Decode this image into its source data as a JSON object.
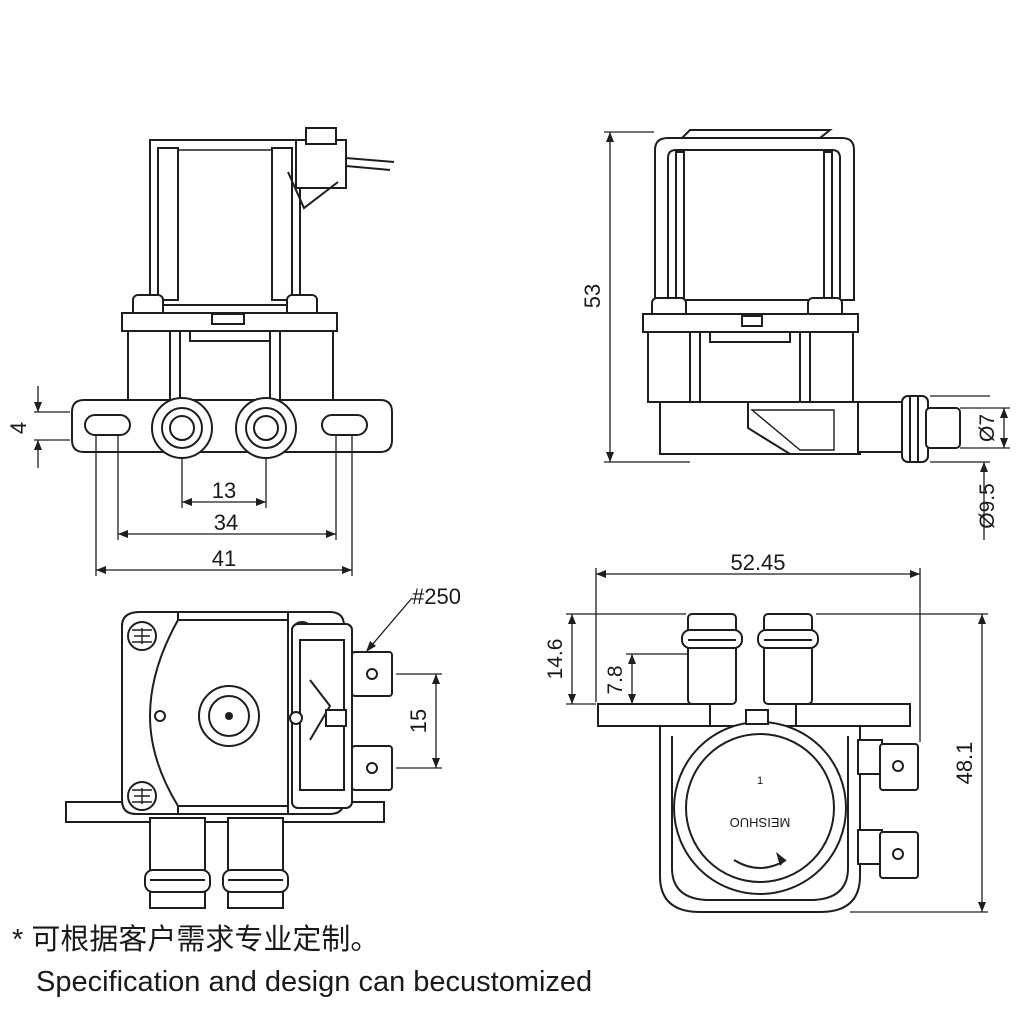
{
  "dimensions": {
    "hole_spacing": "13",
    "slot_spacing": "34",
    "overall_width": "41",
    "flange_thickness": "4",
    "height": "53",
    "outlet_dia": "Ø7",
    "outlet_outer_dia": "Ø9.5",
    "overall_span": "52.45",
    "inlet_height": "14.6",
    "inlet_offset": "7.8",
    "terminal_spacing": "15",
    "total_height": "48.1",
    "terminal_type": "#250"
  },
  "label_marks": {
    "brand": "MEISHUO",
    "index": "1"
  },
  "notes": {
    "chinese": "* 可根据客户需求专业定制。",
    "english": "Specification and design can becustomized"
  }
}
